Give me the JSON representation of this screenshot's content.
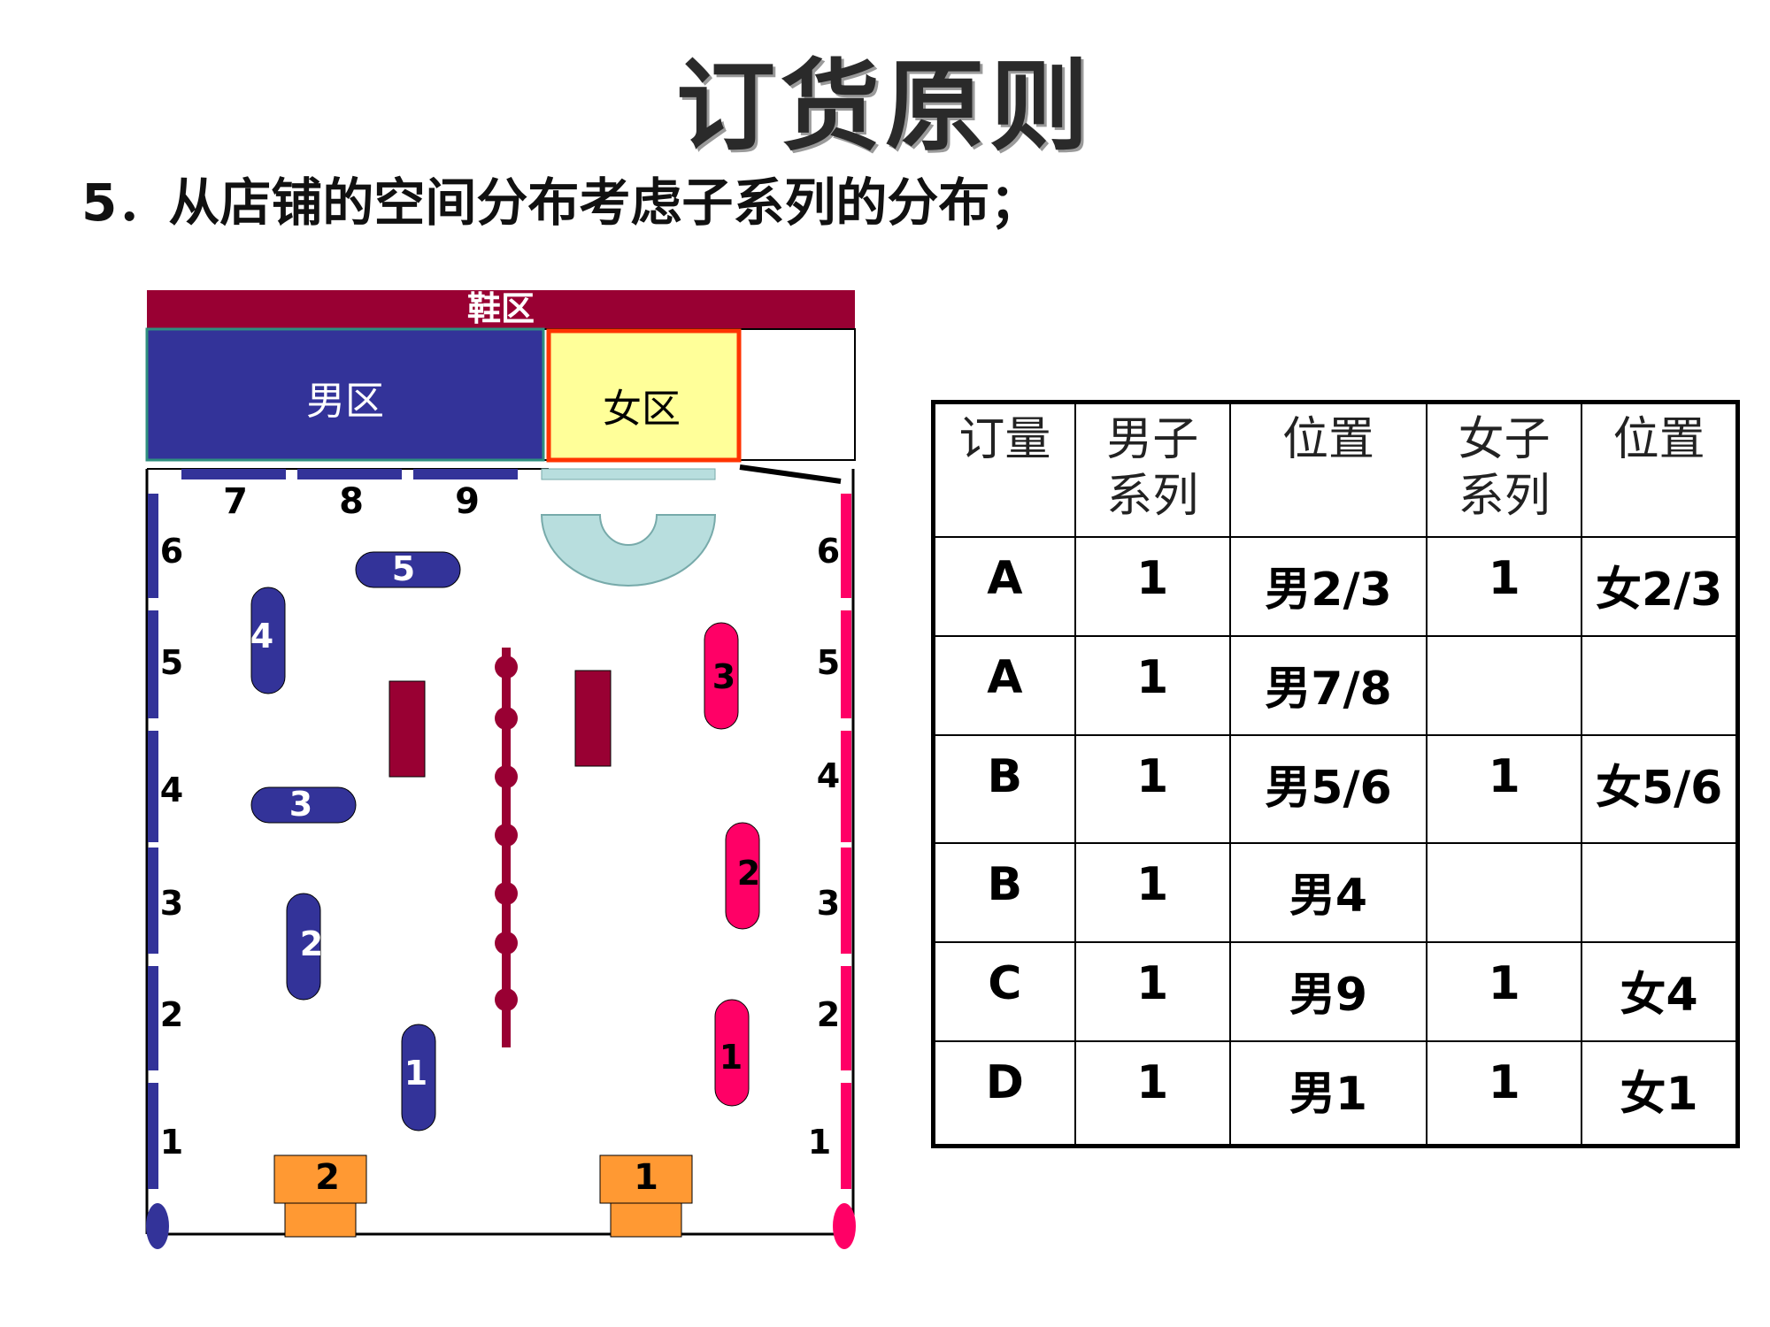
{
  "title": "订货原则",
  "subtitle": "5．从店铺的空间分布考虑子系列的分布；",
  "floorplan": {
    "shoe_zone": "鞋区",
    "men_zone": "男区",
    "women_zone": "女区",
    "top_nums": [
      "7",
      "8",
      "9"
    ],
    "left_wall": [
      "6",
      "5",
      "4",
      "3",
      "2",
      "1"
    ],
    "right_wall": [
      "6",
      "5",
      "4",
      "3",
      "2",
      "1"
    ],
    "men_islands": [
      "5",
      "4",
      "3",
      "2",
      "1"
    ],
    "women_islands": [
      "3",
      "2",
      "1"
    ],
    "entrance": [
      "2",
      "1"
    ],
    "colors": {
      "men": "#333399",
      "women": "#ff0066",
      "shoe": "#990033",
      "women_zone_fill": "#ffff99",
      "entrance": "#ff9933",
      "counter": "#b8dede"
    }
  },
  "table": {
    "headers": [
      "订量",
      "男子系列",
      "位置",
      "女子系列",
      "位置"
    ],
    "header_lines": [
      [
        "订量"
      ],
      [
        "男子",
        "系列"
      ],
      [
        "位置"
      ],
      [
        "女子",
        "系列"
      ],
      [
        "位置"
      ]
    ],
    "rows": [
      [
        "A",
        "1",
        "男2/3",
        "1",
        "女2/3"
      ],
      [
        "A",
        "1",
        "男7/8",
        "",
        ""
      ],
      [
        "B",
        "1",
        "男5/6",
        "1",
        "女5/6"
      ],
      [
        "B",
        "1",
        "男4",
        "",
        ""
      ],
      [
        "C",
        "1",
        "男9",
        "1",
        "女4"
      ],
      [
        "D",
        "1",
        "男1",
        "1",
        "女1"
      ]
    ]
  }
}
